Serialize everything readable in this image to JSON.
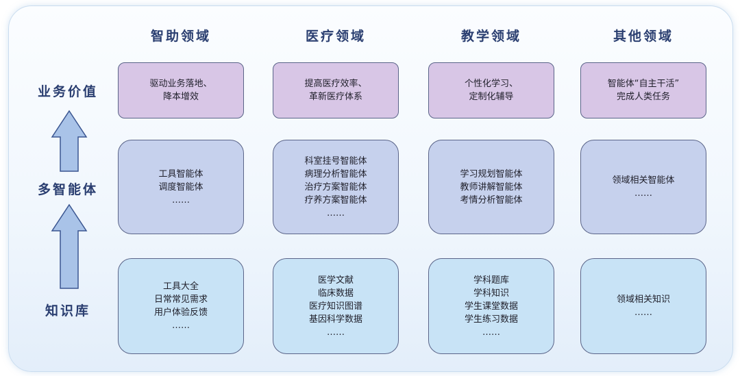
{
  "columns": [
    "智助领域",
    "医疗领域",
    "教学领域",
    "其他领域"
  ],
  "rows": {
    "value": "业务价值",
    "agents": "多智能体",
    "knowledge": "知识库"
  },
  "value_boxes": [
    [
      "驱动业务落地、",
      "降本增效"
    ],
    [
      "提高医疗效率、",
      "革新医疗体系"
    ],
    [
      "个性化学习、",
      "定制化辅导"
    ],
    [
      "智能体“自主干活”",
      "完成人类任务"
    ]
  ],
  "agent_boxes": [
    [
      "工具智能体",
      "调度智能体",
      "……"
    ],
    [
      "科室挂号智能体",
      "病理分析智能体",
      "治疗方案智能体",
      "疗养方案智能体",
      "……"
    ],
    [
      "学习规划智能体",
      "教师讲解智能体",
      "考情分析智能体"
    ],
    [
      "领域相关智能体",
      "……"
    ]
  ],
  "knowledge_boxes": [
    [
      "工具大全",
      "日常常见需求",
      "用户体验反馈",
      "……"
    ],
    [
      "医学文献",
      "临床数据",
      "医疗知识图谱",
      "基因科学数据",
      "……"
    ],
    [
      "学科题库",
      "学科知识",
      "学生课堂数据",
      "学生练习数据",
      "……"
    ],
    [
      "领域相关知识",
      "……"
    ]
  ],
  "colors": {
    "value_fill": "#d8c6e6",
    "agent_fill": "#c6d1ed",
    "knowledge_fill": "#c8e3f6",
    "arrow_fill": "#a9c3e8",
    "heading_text": "#2a3e70"
  },
  "icons": [
    "up-arrow-icon",
    "up-arrow-icon"
  ]
}
